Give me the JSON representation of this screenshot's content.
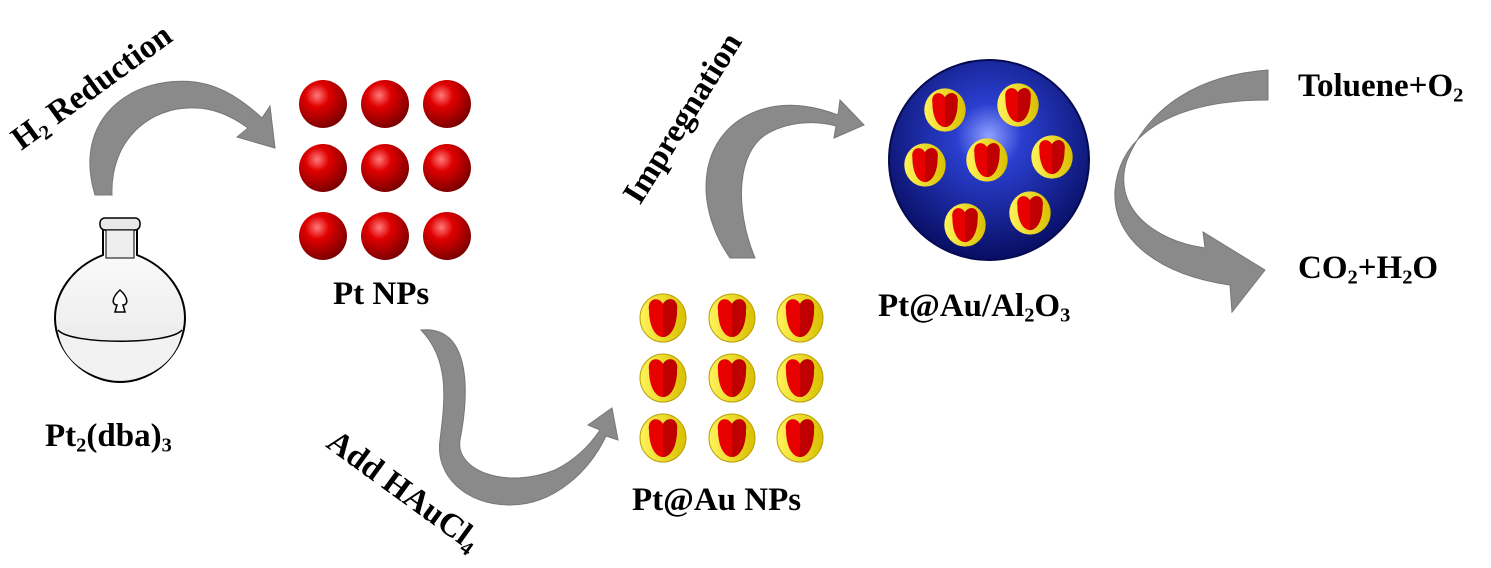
{
  "colors": {
    "arrow_fill": "#8a8a8a",
    "pt_core": "#d40000",
    "au_shell": "#f0e000",
    "support": "#0a1a8f",
    "text": "#000000"
  },
  "steps": {
    "reduction": {
      "main": "H",
      "sub": "2",
      "rest": " Reduction"
    },
    "add": {
      "main": "Add HAuCl",
      "sub": "4"
    },
    "impregnation": {
      "text": "Impregnation"
    }
  },
  "labels": {
    "precursor": {
      "a": "Pt",
      "a_sub": "2",
      "b": "(dba)",
      "b_sub": "3"
    },
    "pt_nps": "Pt NPs",
    "ptau_nps": "Pt@Au NPs",
    "catalyst": {
      "a": "Pt@Au/Al",
      "a_sub": "2",
      "b": "O",
      "b_sub": "3"
    },
    "reactants": {
      "a": "Toluene+O",
      "a_sub": "2"
    },
    "products": {
      "a": "CO",
      "a_sub": "2",
      "b": "+H",
      "b_sub": "2",
      "c": "O"
    }
  }
}
